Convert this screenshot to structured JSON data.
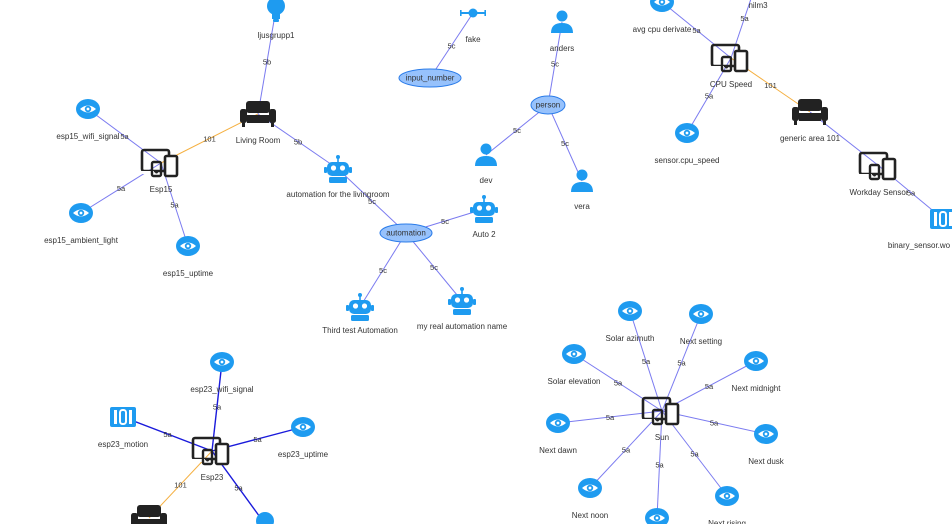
{
  "colors": {
    "accent": "#1E9BF0",
    "device": "#222222",
    "area": "#222222",
    "edge_blue": "#7B7BF0",
    "edge_darkblue": "#1A1ADB",
    "edge_orange": "#F5B041",
    "ellipse_fill": "#97C2FC",
    "ellipse_stroke": "#2B7CE9"
  },
  "nodes": [
    {
      "id": "ljusgrupp1",
      "label": "ljusgrupp1",
      "icon": "bulb-icon"
    },
    {
      "id": "living_room",
      "label": "Living Room",
      "icon": "sofa-icon"
    },
    {
      "id": "esp15",
      "label": "Esp15",
      "icon": "device-icon"
    },
    {
      "id": "esp15_wifi",
      "label": "esp15_wifi_signal",
      "icon": "eye-icon"
    },
    {
      "id": "esp15_light",
      "label": "esp15_ambient_light",
      "icon": "eye-icon"
    },
    {
      "id": "esp15_uptime",
      "label": "esp15_uptime",
      "icon": "eye-icon"
    },
    {
      "id": "auto_lr",
      "label": "automation for the livingroom",
      "icon": "robot-icon"
    },
    {
      "id": "automation",
      "label": "automation",
      "icon": "ellipse"
    },
    {
      "id": "auto2",
      "label": "Auto 2",
      "icon": "robot-icon"
    },
    {
      "id": "third_test",
      "label": "Third test Automation",
      "icon": "robot-icon"
    },
    {
      "id": "my_real",
      "label": "my real automation name",
      "icon": "robot-icon"
    },
    {
      "id": "fake",
      "label": "fake",
      "icon": "slider-icon"
    },
    {
      "id": "input_number",
      "label": "input_number",
      "icon": "ellipse"
    },
    {
      "id": "anders",
      "label": "anders",
      "icon": "person-icon"
    },
    {
      "id": "person",
      "label": "person",
      "icon": "ellipse"
    },
    {
      "id": "dev",
      "label": "dev",
      "icon": "person-icon"
    },
    {
      "id": "vera",
      "label": "vera",
      "icon": "person-icon"
    },
    {
      "id": "avg_cpu",
      "label": "avg cpu derivate",
      "icon": "eye-icon"
    },
    {
      "id": "nilm3",
      "label": "nilm3",
      "icon": "eye-icon"
    },
    {
      "id": "cpu_speed",
      "label": "CPU Speed",
      "icon": "device-icon"
    },
    {
      "id": "sensor_cpu",
      "label": "sensor.cpu_speed",
      "icon": "eye-icon"
    },
    {
      "id": "generic_area",
      "label": "generic area 101",
      "icon": "sofa-icon"
    },
    {
      "id": "workday",
      "label": "Workday Sensor",
      "icon": "device-icon"
    },
    {
      "id": "binary_sensor",
      "label": "binary_sensor.wo",
      "icon": "binary-icon"
    },
    {
      "id": "esp23_wifi",
      "label": "esp23_wifi_signal",
      "icon": "eye-icon"
    },
    {
      "id": "esp23_motion",
      "label": "esp23_motion",
      "icon": "binary-icon"
    },
    {
      "id": "esp23",
      "label": "Esp23",
      "icon": "device-icon"
    },
    {
      "id": "esp23_uptime",
      "label": "esp23_uptime",
      "icon": "eye-icon"
    },
    {
      "id": "area_bottom",
      "label": "",
      "icon": "sofa-icon"
    },
    {
      "id": "bulb_bottom",
      "label": "",
      "icon": "bulb-icon"
    },
    {
      "id": "sun",
      "label": "Sun",
      "icon": "device-icon"
    },
    {
      "id": "solar_az",
      "label": "Solar azimuth",
      "icon": "eye-icon"
    },
    {
      "id": "next_setting",
      "label": "Next setting",
      "icon": "eye-icon"
    },
    {
      "id": "solar_el",
      "label": "Solar elevation",
      "icon": "eye-icon"
    },
    {
      "id": "next_midnight",
      "label": "Next midnight",
      "icon": "eye-icon"
    },
    {
      "id": "next_dawn",
      "label": "Next dawn",
      "icon": "eye-icon"
    },
    {
      "id": "next_dusk",
      "label": "Next dusk",
      "icon": "eye-icon"
    },
    {
      "id": "next_noon",
      "label": "Next noon",
      "icon": "eye-icon"
    },
    {
      "id": "next_rising",
      "label": "Next rising",
      "icon": "eye-icon"
    },
    {
      "id": "sun_bottom",
      "label": "",
      "icon": "eye-icon"
    }
  ],
  "edges": [
    {
      "from": "ljusgrupp1",
      "to": "living_room",
      "label": "5b",
      "color": "blue"
    },
    {
      "from": "living_room",
      "to": "esp15",
      "label": "101",
      "color": "orange"
    },
    {
      "from": "esp15",
      "to": "esp15_wifi",
      "label": "5a",
      "color": "blue"
    },
    {
      "from": "esp15",
      "to": "esp15_light",
      "label": "5a",
      "color": "blue"
    },
    {
      "from": "esp15",
      "to": "esp15_uptime",
      "label": "5a",
      "color": "blue"
    },
    {
      "from": "living_room",
      "to": "auto_lr",
      "label": "5b",
      "color": "blue"
    },
    {
      "from": "auto_lr",
      "to": "automation",
      "label": "5c",
      "color": "blue"
    },
    {
      "from": "automation",
      "to": "auto2",
      "label": "5c",
      "color": "blue"
    },
    {
      "from": "automation",
      "to": "third_test",
      "label": "5c",
      "color": "blue"
    },
    {
      "from": "automation",
      "to": "my_real",
      "label": "5c",
      "color": "blue"
    },
    {
      "from": "fake",
      "to": "input_number",
      "label": "5c",
      "color": "blue"
    },
    {
      "from": "anders",
      "to": "person",
      "label": "5c",
      "color": "blue"
    },
    {
      "from": "person",
      "to": "dev",
      "label": "5c",
      "color": "blue"
    },
    {
      "from": "person",
      "to": "vera",
      "label": "5c",
      "color": "blue"
    },
    {
      "from": "avg_cpu",
      "to": "cpu_speed",
      "label": "5a",
      "color": "blue"
    },
    {
      "from": "nilm3",
      "to": "cpu_speed",
      "label": "5a",
      "color": "blue"
    },
    {
      "from": "cpu_speed",
      "to": "sensor_cpu",
      "label": "5a",
      "color": "blue"
    },
    {
      "from": "cpu_speed",
      "to": "generic_area",
      "label": "101",
      "color": "orange"
    },
    {
      "from": "generic_area",
      "to": "workday",
      "label": "",
      "color": "blue"
    },
    {
      "from": "workday",
      "to": "binary_sensor",
      "label": "5a",
      "color": "blue"
    },
    {
      "from": "esp23",
      "to": "esp23_wifi",
      "label": "5a",
      "color": "darkblue"
    },
    {
      "from": "esp23",
      "to": "esp23_motion",
      "label": "5a",
      "color": "darkblue"
    },
    {
      "from": "esp23",
      "to": "esp23_uptime",
      "label": "5a",
      "color": "darkblue"
    },
    {
      "from": "esp23",
      "to": "area_bottom",
      "label": "101",
      "color": "orange"
    },
    {
      "from": "esp23",
      "to": "bulb_bottom",
      "label": "5a",
      "color": "darkblue"
    },
    {
      "from": "sun",
      "to": "solar_az",
      "label": "5a",
      "color": "blue"
    },
    {
      "from": "sun",
      "to": "next_setting",
      "label": "5a",
      "color": "blue"
    },
    {
      "from": "sun",
      "to": "solar_el",
      "label": "5a",
      "color": "blue"
    },
    {
      "from": "sun",
      "to": "next_midnight",
      "label": "5a",
      "color": "blue"
    },
    {
      "from": "sun",
      "to": "next_dawn",
      "label": "5a",
      "color": "blue"
    },
    {
      "from": "sun",
      "to": "next_dusk",
      "label": "5a",
      "color": "blue"
    },
    {
      "from": "sun",
      "to": "next_noon",
      "label": "5a",
      "color": "blue"
    },
    {
      "from": "sun",
      "to": "next_rising",
      "label": "5a",
      "color": "blue"
    },
    {
      "from": "sun",
      "to": "sun_bottom",
      "label": "5a",
      "color": "blue"
    }
  ]
}
